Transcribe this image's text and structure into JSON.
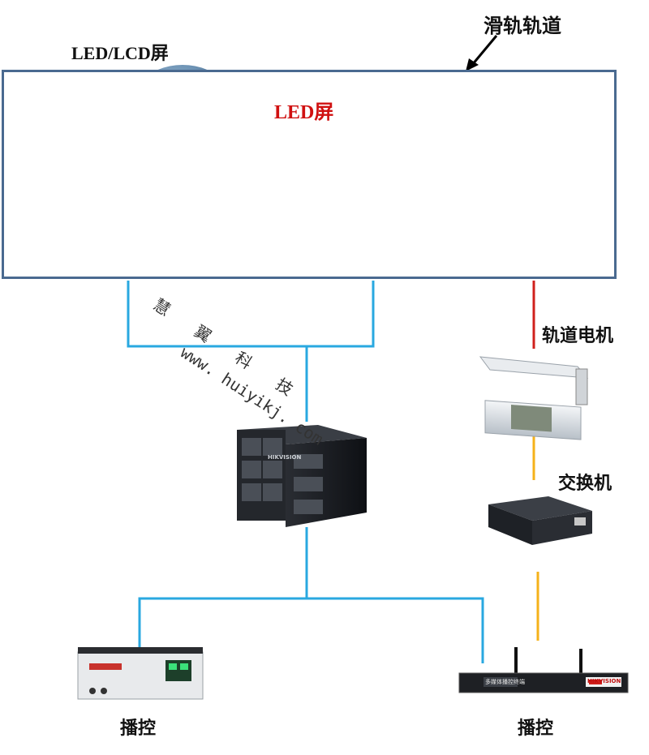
{
  "labels": {
    "rail": "滑轨轨道",
    "screen_type": "LED/LCD屏",
    "led": "LED屏",
    "motor": "轨道电机",
    "switch": "交换机",
    "player_left": "播控",
    "player_right": "播控"
  },
  "watermark": {
    "cn": "慧 翼 科 技",
    "url": "www. huiyikj. com"
  },
  "device_text": {
    "server_brand": "HIKVISION",
    "player_brand": "HIKVISION",
    "player_label": "多媒体播控终端"
  },
  "colors": {
    "frame": "#4a6a90",
    "link_blue": "#29a8e0",
    "link_red": "#d0201c",
    "link_yellow": "#f5b21a",
    "led_text": "#d01010"
  }
}
